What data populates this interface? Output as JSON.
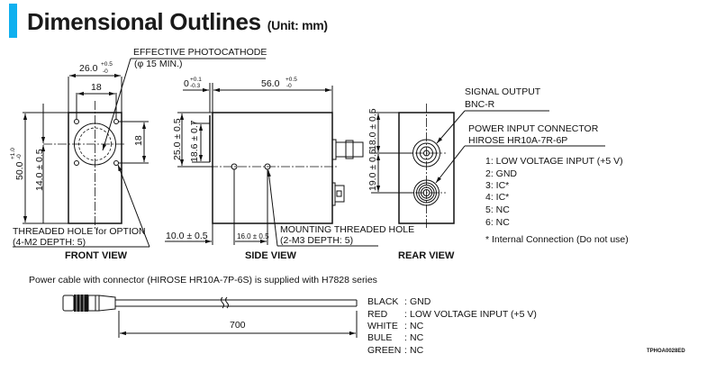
{
  "header": {
    "title": "Dimensional Outlines",
    "unit": "(Unit: mm)",
    "accent_color": "#0fb0ef"
  },
  "front_view": {
    "label": "FRONT VIEW",
    "photocathode_label": "EFFECTIVE PHOTOCATHODE",
    "photocathode_size": "(φ 15 MIN.)",
    "width_dim": "26.0",
    "width_tol_plus": "+0.5",
    "width_tol_minus": "-0",
    "hole_spacing_h": "18",
    "hole_spacing_v": "18",
    "height_dim": "50.0",
    "height_tol_plus": "+1.0",
    "height_tol_minus": "-0",
    "center_height": "14.0 ± 0.5",
    "threaded_hole_label": "THREADED HOLE for OPTION",
    "threaded_hole_spec": "(4-M2 DEPTH: 5)"
  },
  "side_view": {
    "label": "SIDE VIEW",
    "gap_dim": "0",
    "gap_tol_plus": "+0.1",
    "gap_tol_minus": "-0.3",
    "length_dim": "56.0",
    "length_tol_plus": "+0.5",
    "length_tol_minus": "-0",
    "height_dim": "25.0 ± 0.5",
    "inner_height_dim": "18.6 ± 0.7",
    "offset_dim": "10.0 ± 0.5",
    "hole_spacing": "16.0 ± 0.5",
    "mounting_label": "MOUNTING THREADED HOLE",
    "mounting_spec": "(2-M3 DEPTH: 5)"
  },
  "rear_view": {
    "label": "REAR VIEW",
    "signal_output_label": "SIGNAL OUTPUT",
    "signal_output_type": "BNC-R",
    "power_connector_label": "POWER INPUT CONNECTOR",
    "power_connector_type": "HIROSE HR10A-7R-6P",
    "top_dim": "18.0 ± 0.5",
    "bottom_dim": "19.0 ± 0.5",
    "pins": [
      "1: LOW VOLTAGE INPUT (+5 V)",
      "2: GND",
      "3: IC*",
      "4: IC*",
      "5: NC",
      "6: NC"
    ],
    "pin_note": "* Internal Connection (Do not use)"
  },
  "cable": {
    "caption": "Power cable with connector (HIROSE HR10A-7P-6S) is supplied with H7828 series",
    "length_dim": "700",
    "wires": [
      {
        "color": "BLACK",
        "function": "GND"
      },
      {
        "color": "RED",
        "function": "LOW VOLTAGE INPUT (+5 V)"
      },
      {
        "color": "WHITE",
        "function": "NC"
      },
      {
        "color": "BULE",
        "function": "NC"
      },
      {
        "color": "GREEN",
        "function": "NC"
      }
    ]
  },
  "drawing_code": "TPHOA0028ED"
}
